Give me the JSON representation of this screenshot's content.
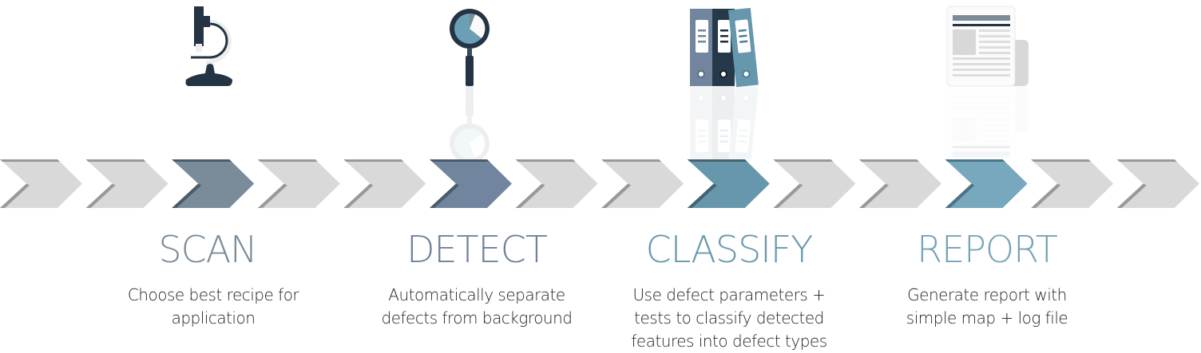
{
  "colors": {
    "chevron_inactive": "#d9d9d9",
    "chevron_inactive_edge": "#999999",
    "title_scan": "#7a8c9a",
    "title_detect": "#6f829c",
    "title_classify": "#6a97ad",
    "title_report": "#76a3b8"
  },
  "chevrons": {
    "count": 14,
    "active": [
      {
        "index": 2,
        "fill": "#7a8b99",
        "edge": "#4d5b66"
      },
      {
        "index": 5,
        "fill": "#71869e",
        "edge": "#4a5b6c"
      },
      {
        "index": 8,
        "fill": "#6697ad",
        "edge": "#44636f"
      },
      {
        "index": 11,
        "fill": "#78a8be",
        "edge": "#4c7488"
      }
    ]
  },
  "steps": [
    {
      "title": "SCAN",
      "icon": "microscope-icon",
      "lines": [
        "Choose best recipe for",
        "application"
      ]
    },
    {
      "title": "DETECT",
      "icon": "magnifier-icon",
      "lines": [
        "Automatically separate",
        "defects from background"
      ]
    },
    {
      "title": "CLASSIFY",
      "icon": "binders-icon",
      "lines": [
        "Use defect parameters +",
        "tests to classify detected",
        "features into defect types"
      ]
    },
    {
      "title": "REPORT",
      "icon": "report-document-icon",
      "lines": [
        "Generate report with",
        "simple map + log file"
      ]
    }
  ]
}
